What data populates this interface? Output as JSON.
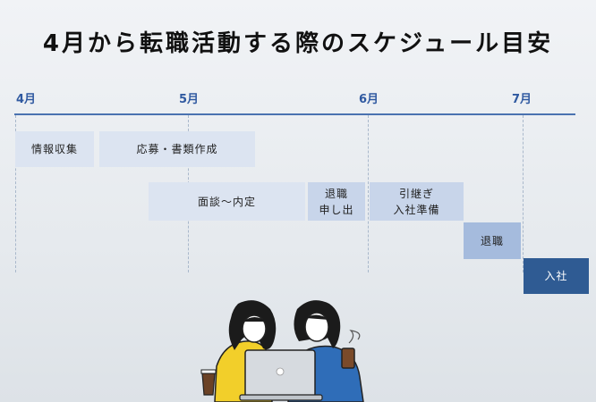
{
  "title": "4月から転職活動する際のスケジュール目安",
  "timeline": {
    "accent_color": "#4a72b0",
    "months": [
      "4月",
      "5月",
      "6月",
      "7月"
    ],
    "tasks": [
      {
        "label": "情報収集"
      },
      {
        "label": "応募・書類作成"
      },
      {
        "label": "面談～内定"
      },
      {
        "label": "退職\n申し出"
      },
      {
        "label": "引継ぎ\n入社準備"
      },
      {
        "label": "退職"
      },
      {
        "label": "入社"
      }
    ]
  },
  "illustration": {
    "icon": "two-women-laptop-illustration"
  }
}
